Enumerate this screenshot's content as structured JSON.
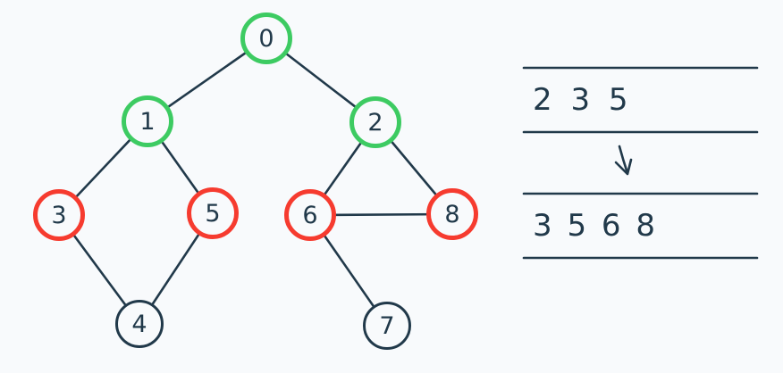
{
  "colors": {
    "bg": "#f8fafc",
    "ink": "#21394a",
    "green": "#3dcb62",
    "red": "#f63b2f"
  },
  "graph": {
    "nodes": [
      {
        "id": "0",
        "label": "0",
        "state": "green"
      },
      {
        "id": "1",
        "label": "1",
        "state": "green"
      },
      {
        "id": "2",
        "label": "2",
        "state": "green"
      },
      {
        "id": "3",
        "label": "3",
        "state": "red"
      },
      {
        "id": "4",
        "label": "4",
        "state": "plain"
      },
      {
        "id": "5",
        "label": "5",
        "state": "red"
      },
      {
        "id": "6",
        "label": "6",
        "state": "red"
      },
      {
        "id": "7",
        "label": "7",
        "state": "plain"
      },
      {
        "id": "8",
        "label": "8",
        "state": "red"
      }
    ],
    "edges": [
      [
        "0",
        "1"
      ],
      [
        "0",
        "2"
      ],
      [
        "1",
        "3"
      ],
      [
        "1",
        "5"
      ],
      [
        "3",
        "4"
      ],
      [
        "5",
        "4"
      ],
      [
        "2",
        "6"
      ],
      [
        "2",
        "8"
      ],
      [
        "6",
        "8"
      ],
      [
        "6",
        "7"
      ]
    ]
  },
  "queue_panel": {
    "before": "2 3 5",
    "after": "3 5 6 8",
    "icons": {
      "arrow-down-icon": "↓"
    }
  }
}
